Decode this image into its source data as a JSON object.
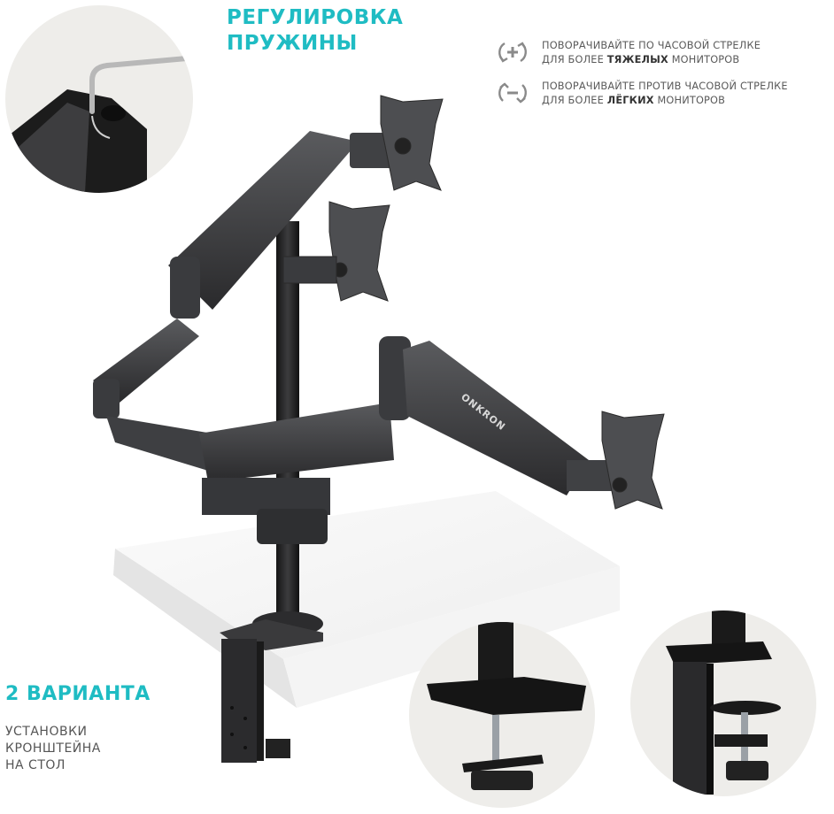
{
  "header": {
    "title_lines": [
      "РЕГУЛИРОВКА",
      "ПРУЖИНЫ"
    ]
  },
  "tips": [
    {
      "icon": "rotate-clockwise-plus-icon",
      "line1": "ПОВОРАЧИВАЙТЕ ПО ЧАСОВОЙ СТРЕЛКЕ",
      "line2_prefix": "ДЛЯ БОЛЕЕ ",
      "line2_bold": "ТЯЖЕЛЫХ",
      "line2_suffix": " МОНИТОРОВ"
    },
    {
      "icon": "rotate-counterclockwise-minus-icon",
      "line1": "ПОВОРАЧИВАЙТЕ ПРОТИВ ЧАСОВОЙ СТРЕЛКЕ",
      "line2_prefix": "ДЛЯ БОЛЕЕ ",
      "line2_bold": "ЛЁГКИХ",
      "line2_suffix": " МОНИТОРОВ"
    }
  ],
  "variants": {
    "title": "2 ВАРИАНТА",
    "subtitle_lines": [
      "УСТАНОВКИ",
      "КРОНШТЕЙНА",
      "НА СТОЛ"
    ]
  },
  "product": {
    "brand": "ONKRON",
    "images": [
      "spring-adjustment-closeup",
      "triple-monitor-arm",
      "grommet-mount-closeup",
      "clamp-mount-closeup"
    ]
  },
  "colors": {
    "accent": "#1fbcc3",
    "text_gray": "#5a5a5a",
    "icon_gray": "#8a8a8a",
    "circle_bg": "#eeedea",
    "metal_dark": "#2b2b2d",
    "metal_mid": "#4a4b4e"
  }
}
